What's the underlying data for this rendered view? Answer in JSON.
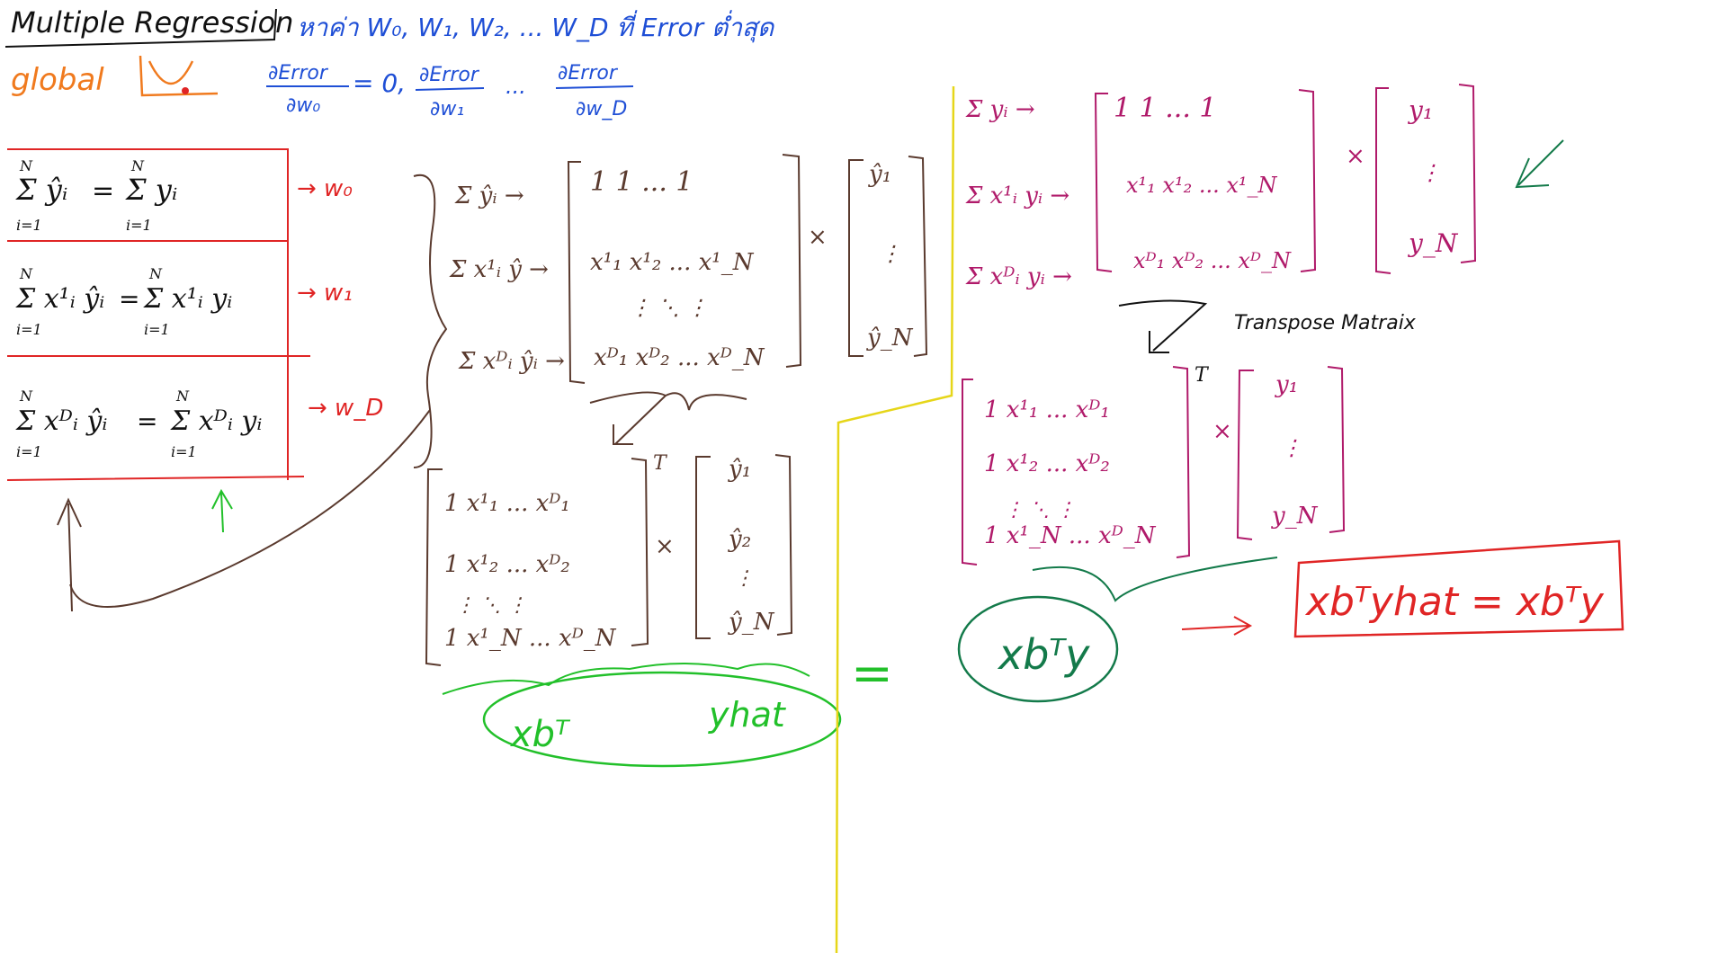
{
  "header": {
    "title": "Multiple Regression",
    "subtitle": "หาค่า W₀, W₁, W₂, ... W_D ที่ Error ต่ำสุด",
    "global_label": "global",
    "partial_numerator": "∂Error",
    "partial_den_0": "∂w₀",
    "equals_zero": "= 0,",
    "partial_den_1": "∂w₁",
    "ellipsis": "...",
    "partial_den_D": "∂w_D"
  },
  "equations_box": {
    "rows": [
      {
        "lhs": "Σ ŷᵢ",
        "rhs": "Σ yᵢ",
        "weight": "→ w₀"
      },
      {
        "lhs": "Σ x¹ᵢ ŷᵢ",
        "rhs": "Σ x¹ᵢ yᵢ",
        "weight": "→ w₁"
      },
      {
        "lhs": "Σ xᴰᵢ ŷᵢ",
        "rhs": "Σ xᴰᵢ yᵢ",
        "weight": "→ w_D"
      }
    ],
    "sum_upper": "N",
    "sum_lower": "i=1",
    "equals": "="
  },
  "middle": {
    "sums": [
      "Σ ŷᵢ →",
      "Σ x¹ᵢ ŷ →",
      "Σ xᴰᵢ ŷᵢ →"
    ],
    "matrix_rows": [
      "1   1  ...  1",
      "x¹₁  x¹₂ ... x¹_N",
      "⋮     ⋱     ⋮",
      "xᴰ₁  xᴰ₂ ... xᴰ_N"
    ],
    "times": "×",
    "vector": [
      "ŷ₁",
      "⋮",
      "ŷ_N"
    ],
    "t_matrix_rows": [
      "1   x¹₁ ... xᴰ₁",
      "1   x¹₂ ... xᴰ₂",
      "⋮      ⋱     ⋮",
      "1   x¹_N ... xᴰ_N"
    ],
    "t_mark": "T",
    "t_vector": [
      "ŷ₁",
      "ŷ₂",
      "⋮",
      "ŷ_N"
    ],
    "label_xbt": "xbᵀ",
    "label_yhat": "yhat"
  },
  "equals_sign": "=",
  "right": {
    "sums": [
      "Σ yᵢ →",
      "Σ x¹ᵢ yᵢ →",
      "Σ xᴰᵢ yᵢ →"
    ],
    "matrix_rows": [
      "1   1  ...  1",
      "x¹₁  x¹₂ ... x¹_N",
      "xᴰ₁  xᴰ₂ ... xᴰ_N"
    ],
    "times": "×",
    "vector": [
      "y₁",
      "⋮",
      "y_N"
    ],
    "transpose_label": "Transpose Matraix",
    "t_matrix_rows": [
      "1   x¹₁ ... xᴰ₁",
      "1   x¹₂ ... xᴰ₂",
      "⋮      ⋱     ⋮",
      "1   x¹_N ... xᴰ_N"
    ],
    "t_mark": "T",
    "t_vector": [
      "y₁",
      "⋮",
      "y_N"
    ],
    "label_xbty": "xbᵀy",
    "final_equation": "xbᵀyhat = xbᵀy"
  },
  "colors": {
    "blue": "#1f4fd6",
    "orange": "#f07a1e",
    "red": "#e02525",
    "brown": "#5a3a2e",
    "green": "#22c02a",
    "dark_green": "#137a4a",
    "magenta": "#b01a6a",
    "yellow": "#e6d619",
    "black": "#111111"
  }
}
